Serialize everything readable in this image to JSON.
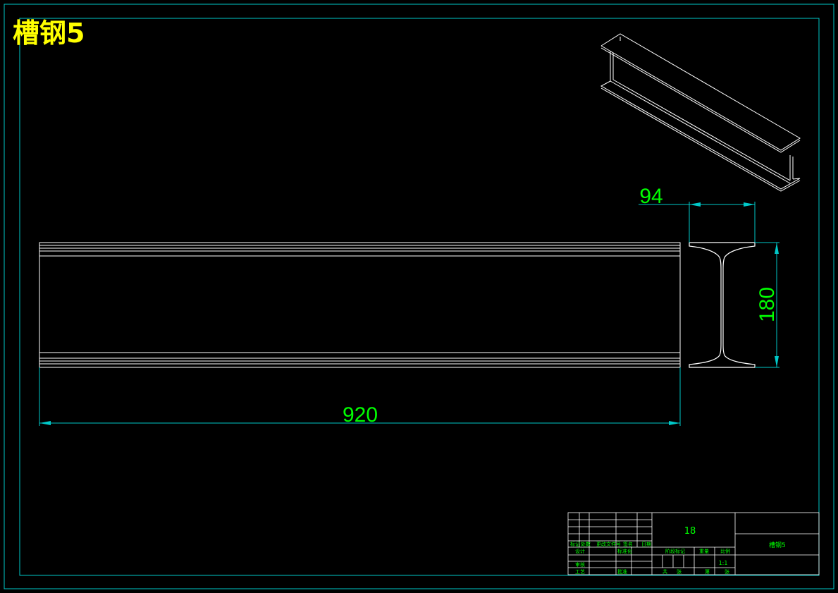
{
  "drawing": {
    "title": "槽钢5",
    "colors": {
      "background": "#000000",
      "frame": "#00c8c8",
      "geometry": "#ffffff",
      "dimension_line": "#00c8c8",
      "dimension_text": "#00ff00",
      "title": "#ffff00",
      "titleblock_text": "#00ff00"
    }
  },
  "dimensions": {
    "length": "920",
    "flange_width": "94",
    "height": "180"
  },
  "title_block": {
    "sheet_number": "18",
    "part_name": "槽钢5",
    "scale": "1:1",
    "small_labels": {
      "r1": "标记",
      "r2": "处数",
      "r3": "更改文件号",
      "r4": "签名",
      "r5": "日期",
      "r6": "设计",
      "r7": "标准化",
      "r8": "审核",
      "r9": "工艺",
      "r10": "批准",
      "r11": "阶段标记",
      "r12": "重量",
      "r13": "比例",
      "r14": "共",
      "r15": "张",
      "r16": "第",
      "r17": "张"
    }
  }
}
